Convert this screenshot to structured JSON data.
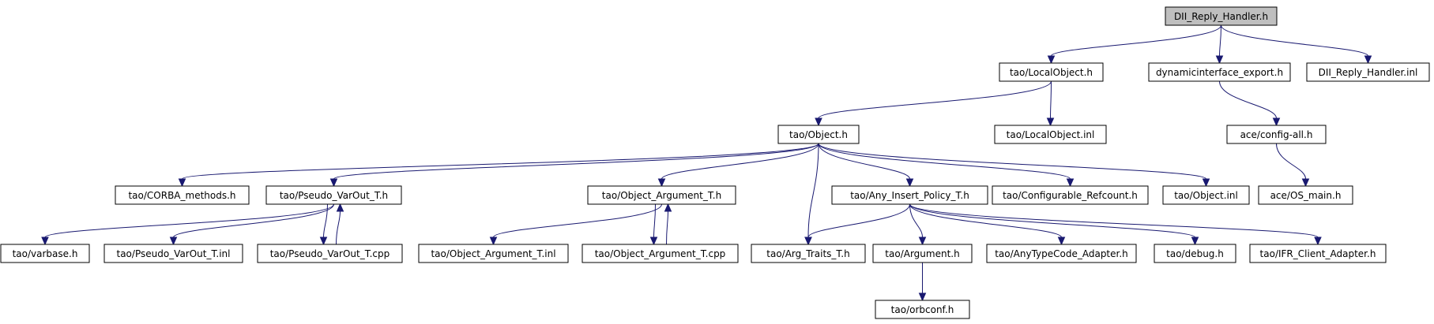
{
  "colors": {
    "edge": "#191970",
    "root_fill": "#bfbfbf",
    "node_fill": "#ffffff",
    "node_border": "#000000"
  },
  "nodes": {
    "root": "DII_Reply_Handler.h",
    "local_object_h": "tao/LocalObject.h",
    "dynamicinterface_export_h": "dynamicinterface_export.h",
    "dii_reply_handler_inl": "DII_Reply_Handler.inl",
    "object_h": "tao/Object.h",
    "local_object_inl": "tao/LocalObject.inl",
    "config_all_h": "ace/config-all.h",
    "os_main_h": "ace/OS_main.h",
    "corba_methods_h": "tao/CORBA_methods.h",
    "pseudo_varout_t_h": "tao/Pseudo_VarOut_T.h",
    "object_argument_t_h": "tao/Object_Argument_T.h",
    "any_insert_policy_t_h": "tao/Any_Insert_Policy_T.h",
    "configurable_refcount_h": "tao/Configurable_Refcount.h",
    "object_inl": "tao/Object.inl",
    "varbase_h": "tao/varbase.h",
    "pseudo_varout_t_inl": "tao/Pseudo_VarOut_T.inl",
    "pseudo_varout_t_cpp": "tao/Pseudo_VarOut_T.cpp",
    "object_argument_t_inl": "tao/Object_Argument_T.inl",
    "object_argument_t_cpp": "tao/Object_Argument_T.cpp",
    "arg_traits_t_h": "tao/Arg_Traits_T.h",
    "argument_h": "tao/Argument.h",
    "anytypecode_adapter_h": "tao/AnyTypeCode_Adapter.h",
    "debug_h": "tao/debug.h",
    "ifr_client_adapter_h": "tao/IFR_Client_Adapter.h",
    "orbconf_h": "tao/orbconf.h"
  },
  "edges": [
    [
      "root",
      "local_object_h"
    ],
    [
      "root",
      "dynamicinterface_export_h"
    ],
    [
      "root",
      "dii_reply_handler_inl"
    ],
    [
      "local_object_h",
      "object_h"
    ],
    [
      "local_object_h",
      "local_object_inl"
    ],
    [
      "dynamicinterface_export_h",
      "config_all_h"
    ],
    [
      "config_all_h",
      "os_main_h"
    ],
    [
      "object_h",
      "corba_methods_h"
    ],
    [
      "object_h",
      "pseudo_varout_t_h"
    ],
    [
      "object_h",
      "object_argument_t_h"
    ],
    [
      "object_h",
      "arg_traits_t_h"
    ],
    [
      "object_h",
      "any_insert_policy_t_h"
    ],
    [
      "object_h",
      "configurable_refcount_h"
    ],
    [
      "object_h",
      "object_inl"
    ],
    [
      "pseudo_varout_t_h",
      "varbase_h"
    ],
    [
      "pseudo_varout_t_h",
      "pseudo_varout_t_inl"
    ],
    [
      "pseudo_varout_t_h",
      "pseudo_varout_t_cpp"
    ],
    [
      "pseudo_varout_t_cpp",
      "pseudo_varout_t_h"
    ],
    [
      "object_argument_t_h",
      "object_argument_t_inl"
    ],
    [
      "object_argument_t_h",
      "object_argument_t_cpp"
    ],
    [
      "object_argument_t_cpp",
      "object_argument_t_h"
    ],
    [
      "any_insert_policy_t_h",
      "arg_traits_t_h"
    ],
    [
      "any_insert_policy_t_h",
      "argument_h"
    ],
    [
      "any_insert_policy_t_h",
      "anytypecode_adapter_h"
    ],
    [
      "any_insert_policy_t_h",
      "debug_h"
    ],
    [
      "any_insert_policy_t_h",
      "ifr_client_adapter_h"
    ],
    [
      "argument_h",
      "orbconf_h"
    ]
  ]
}
